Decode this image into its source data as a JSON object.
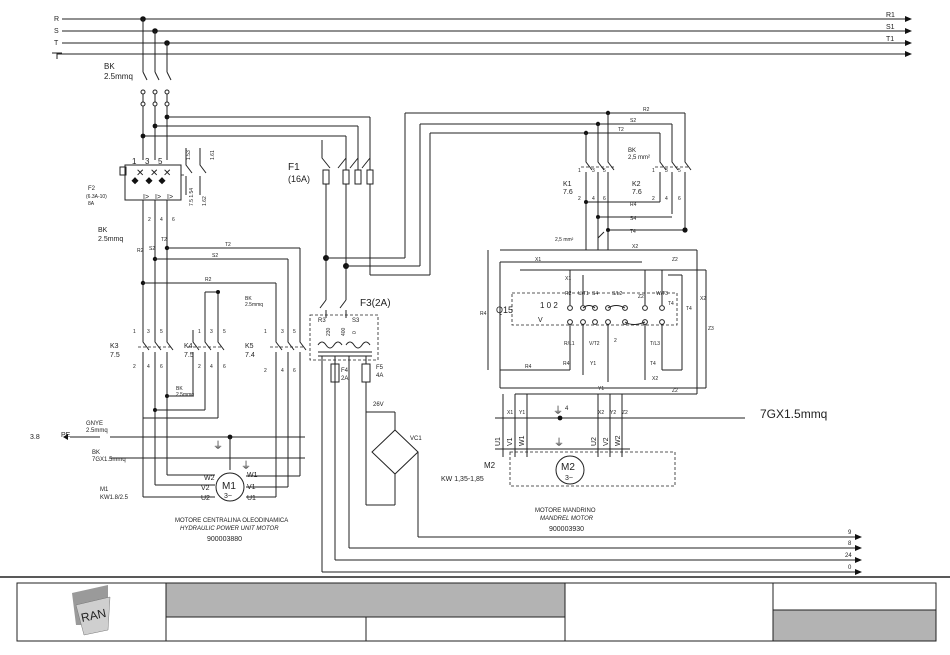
{
  "lines": {
    "left": [
      "R",
      "S",
      "T"
    ],
    "right": [
      "R1",
      "S1",
      "T1"
    ]
  },
  "labels": {
    "bk_main": "BK",
    "bk_main_size": "2.5mmq",
    "f2": "F2",
    "f2_range": "(6.3A-10)",
    "f2_set": "8A",
    "f2_nc": "1.53",
    "f2_no": "1.61",
    "f2_aux1": "7.5 1.54",
    "f2_aux2": "1.62",
    "bk_mid": "BK",
    "bk_mid_size": "2.5mmq",
    "f1": "F1",
    "f1_rating": "(16A)",
    "f3": "F3(2A)",
    "r3": "R3",
    "s3": "S3",
    "tr_taps": [
      "230",
      "400",
      "0"
    ],
    "f4": "F4",
    "f4_rating": "2A",
    "f5": "F5",
    "f5_rating": "4A",
    "v26": "26V",
    "vc1": "VC1",
    "k3": "K3",
    "k3_ref": "7.5",
    "k4": "K4",
    "k4_ref": "7.5",
    "k5": "K5",
    "k5_ref": "7.4",
    "k1": "K1",
    "k1_ref": "7.6",
    "k2": "K2",
    "k2_ref": "7.6",
    "bk_k2": "BK",
    "bk_k2_size": "2,5 mm²",
    "bk_25": "2,5 mm²",
    "bk_small": "BK",
    "bk_small_size": "2.5mmq",
    "bk_k4": "BK",
    "bk_k4_size": "2.5mmq",
    "gnye": "GNYE",
    "gnye_size": "2.5mmq",
    "pe": "PE",
    "pe_ref": "3.8",
    "bk_m1": "BK",
    "bk_m1_size": "7GX1.5mmq",
    "m1_name": "M1",
    "m1_kw": "KW1.8/2.5",
    "m1_symbol": "M1",
    "m1_phase": "3~",
    "m1_title": "MOTORE CENTRALINA OLEODINAMICA",
    "m1_subtitle": "HYDRAULIC POWER UNIT MOTOR",
    "m1_code": "900003880",
    "q15": "Q15",
    "q15_pos": "1 0 2",
    "m2_name": "M2",
    "m2_kw": "KW 1,35-1,85",
    "m2_symbol": "M2",
    "m2_phase": "3~",
    "m2_title": "MOTORE MANDRINO",
    "m2_subtitle": "MANDREL MOTOR",
    "m2_code": "900003930",
    "cable_m2": "7GX1.5mmq",
    "out_refs": [
      "9",
      "8",
      "24",
      "0"
    ]
  },
  "title_block": {
    "logo_text": "RAN",
    "header_fill": "#b3b3b3"
  }
}
